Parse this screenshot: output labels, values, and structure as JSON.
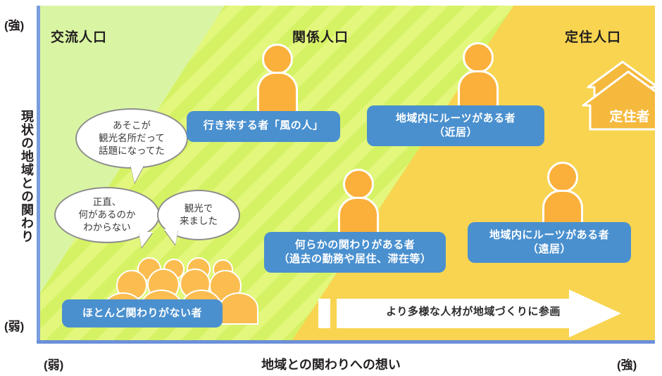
{
  "axes": {
    "y_title": "現状の地域との関わり",
    "y_strong": "(強)",
    "y_weak": "(弱)",
    "x_title": "地域との関わりへの想い",
    "x_strong": "(強)",
    "x_weak": "(弱)"
  },
  "zones": [
    {
      "id": "koryu",
      "label": "交流人口",
      "color": "#d9f5a3"
    },
    {
      "id": "kankei",
      "label": "関係人口",
      "color": "#e2f77c"
    },
    {
      "id": "teiju",
      "label": "定住人口",
      "color": "#f8d450"
    }
  ],
  "labels": {
    "wind_person": "行き来する者「風の人」",
    "roots_near": "地域内にルーツがある者\n（近居）",
    "some_relation": "何らかの関わりがある者\n（過去の勤務や居住、滞在等）",
    "roots_far": "地域内にルーツがある者\n（遠居）",
    "almost_none": "ほとんど関わりがない者",
    "settler": "定住者"
  },
  "bubbles": [
    {
      "id": "bubble-tourist-spot",
      "text": "あそこが\n観光名所だって\n話題になってた"
    },
    {
      "id": "bubble-dont-know",
      "text": "正直、\n何があるのか\nわからない"
    },
    {
      "id": "bubble-came-sightseeing",
      "text": "観光で\n来ました"
    }
  ],
  "arrow": {
    "text": "より多様な人材が地域づくりに参画"
  },
  "colors": {
    "accent_blue": "#4a90cf",
    "person_orange": "#fbb03b",
    "house_orange": "#f5b93d",
    "axis_blue": "#6b8fd8",
    "zone_light_green": "#d9f5a3",
    "zone_stripe_green": "#e2f77c",
    "zone_yellow": "#f8d450"
  }
}
